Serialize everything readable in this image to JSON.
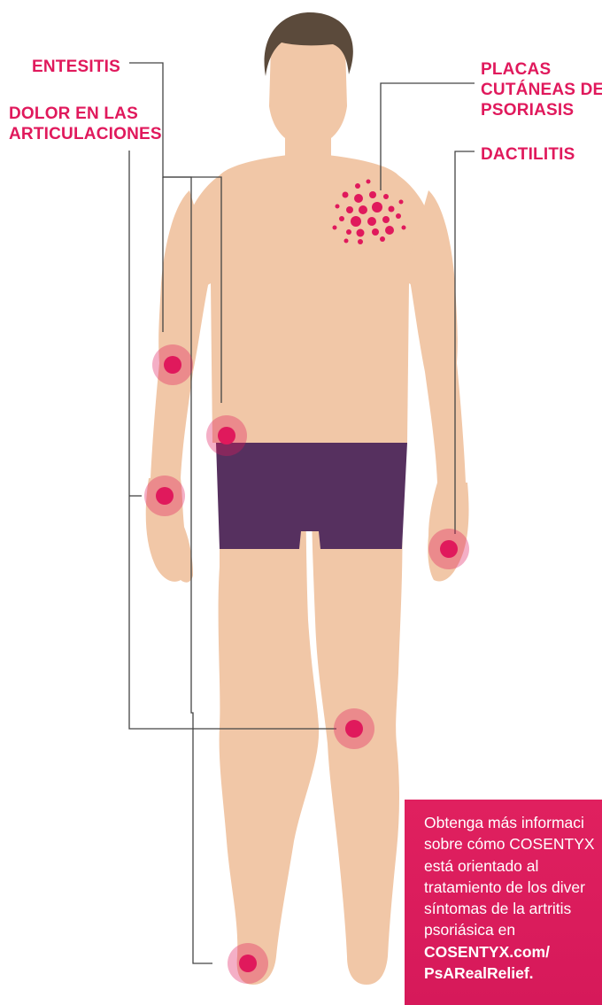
{
  "labels": {
    "entesitis": "ENTESITIS",
    "dolor_line1": "DOLOR EN LAS",
    "dolor_line2": "ARTICULACIONES",
    "placas_line1": "PLACAS",
    "placas_line2": "CUTÁNEAS DE",
    "placas_line3": "PSORIASIS",
    "dactilitis": "DACTILITIS"
  },
  "cta": {
    "line1": "Obtenga más informaci",
    "line2": "sobre cómo COSENTYX",
    "line3": "está orientado al",
    "line4": "tratamiento de los diver",
    "line5": "síntomas de la artritis",
    "line6": "psoriásica en",
    "link_line1": "COSENTYX.com/",
    "link_line2": "PsARealRelief."
  },
  "colors": {
    "accent": "#e0195c",
    "skin": "#f1c7a7",
    "hair": "#5b4a3b",
    "shorts": "#56305f",
    "leader_line": "#444444"
  }
}
